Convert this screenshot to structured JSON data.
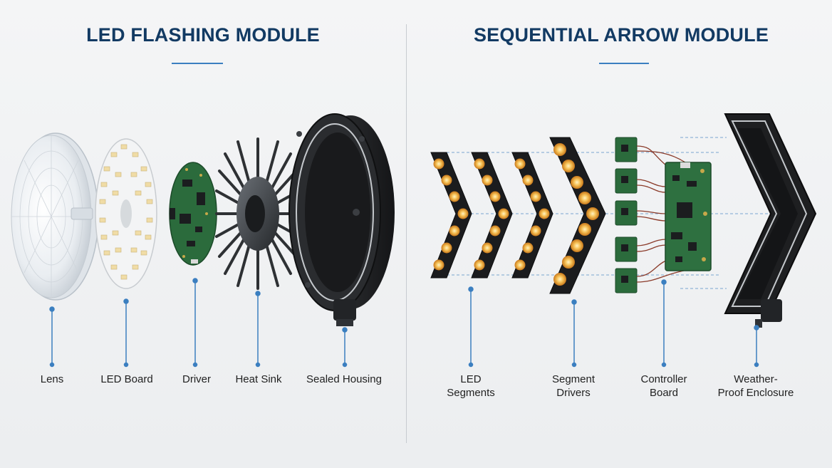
{
  "left_panel": {
    "title": "LED FLASHING MODULE",
    "labels": {
      "lens": "Lens",
      "led_board": "LED Board",
      "driver": "Driver",
      "heat_sink": "Heat Sink",
      "sealed_housing": "Sealed Housing"
    }
  },
  "right_panel": {
    "title": "SEQUENTIAL ARROW MODULE",
    "labels": {
      "led_segments_1": "LED",
      "led_segments_2": "Segments",
      "segment_drivers_1": "Segment",
      "segment_drivers_2": "Drivers",
      "controller_board_1": "Controller",
      "controller_board_2": "Board",
      "enclosure_1": "Weather-",
      "enclosure_2": "Proof Enclosure"
    }
  },
  "colors": {
    "title": "#123a63",
    "accent": "#3b7fc0",
    "led_glow": "#f5b23a",
    "pcb": "#2b6b3c",
    "housing": "#1e1f21"
  }
}
